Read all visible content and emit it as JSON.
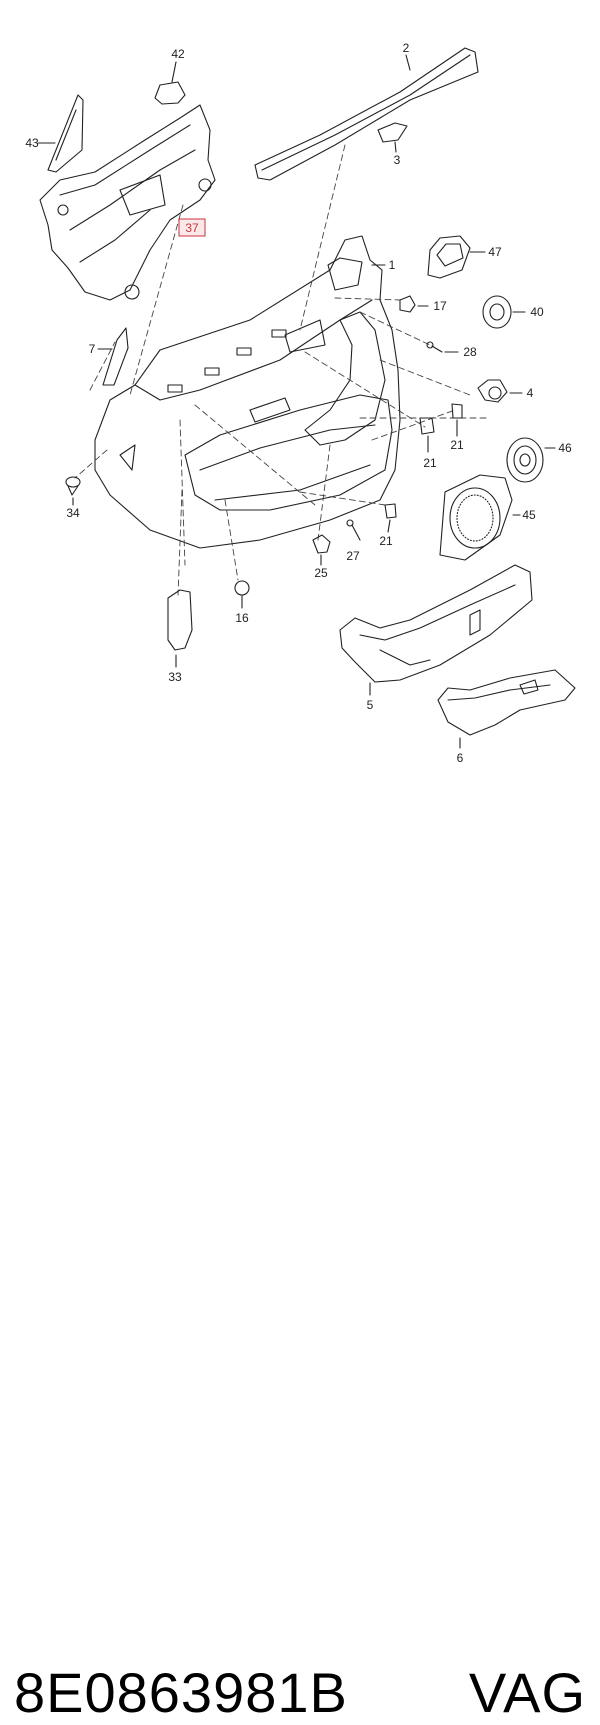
{
  "diagram": {
    "labels": {
      "l1": "1",
      "l2": "2",
      "l3": "3",
      "l4": "4",
      "l5": "5",
      "l6": "6",
      "l7": "7",
      "l16": "16",
      "l17": "17",
      "l21a": "21",
      "l21b": "21",
      "l21c": "21",
      "l25": "25",
      "l27": "27",
      "l28": "28",
      "l33": "33",
      "l34": "34",
      "l37": "37",
      "l40": "40",
      "l42": "42",
      "l43": "43",
      "l45": "45",
      "l46": "46",
      "l47": "47"
    },
    "highlight_color": "#c8343a"
  },
  "footer": {
    "part_number": "8E0863981B",
    "brand": "VAG"
  }
}
